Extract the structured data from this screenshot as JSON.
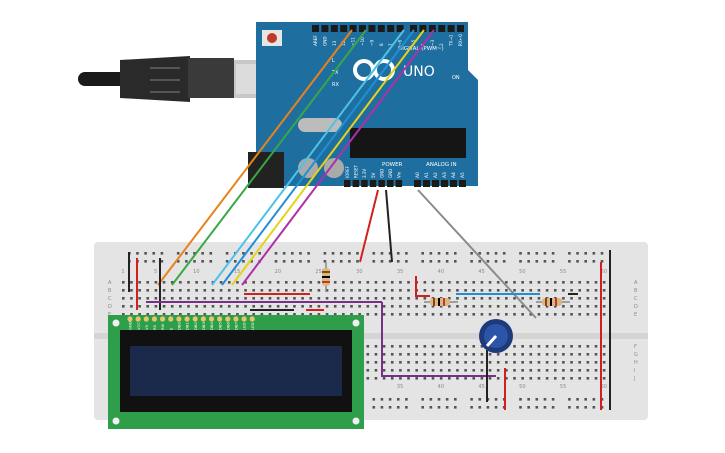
{
  "board": {
    "logo": "UNO",
    "on_label": "ON",
    "tx_label": "TX",
    "rx_label": "RX",
    "l_label": "L",
    "digital_header": "DIGITAL (PWM~)",
    "power_header": "POWER",
    "analog_header": "ANALOG IN",
    "digital_pins": [
      "AREF",
      "GND",
      "13",
      "12",
      "~11",
      "~10",
      "~9",
      "8",
      "7",
      "~6",
      "~5",
      "4",
      "~3",
      "2",
      "TX→1",
      "RX←0"
    ],
    "power_pins": [
      "IOREF",
      "RESET",
      "3.3V",
      "5V",
      "GND",
      "GND",
      "Vin"
    ],
    "analog_pins": [
      "A0",
      "A1",
      "A2",
      "A3",
      "A4",
      "A5"
    ]
  },
  "breadboard": {
    "column_numbers": [
      "1",
      "5",
      "10",
      "15",
      "20",
      "25",
      "30",
      "35",
      "40",
      "45",
      "50",
      "55",
      "60"
    ],
    "row_letters_top": [
      "A",
      "B",
      "C",
      "D",
      "E"
    ],
    "row_letters_bottom": [
      "F",
      "G",
      "H",
      "I",
      "J"
    ]
  },
  "lcd": {
    "pin_labels": [
      "GND",
      "VCC",
      "V0",
      "RS",
      "RW",
      "E",
      "DB0",
      "DB1",
      "DB2",
      "DB3",
      "DB4",
      "DB5",
      "DB6",
      "DB7",
      "LED",
      "LED"
    ]
  },
  "colors": {
    "board": "#1e6fa0",
    "breadboard": "#e4e4e4",
    "lcd_pcb": "#2f9e4a",
    "lcd_screen": "#1b2a4a",
    "wire_red": "#d41f1f",
    "wire_black": "#222222",
    "wire_purple": "#7b2d8b",
    "wire_orange": "#e8821a",
    "wire_green": "#3aa645",
    "wire_cyan": "#4cc3e6",
    "wire_blue": "#1f8fd6",
    "wire_yellow": "#e6d21a",
    "wire_magenta": "#b02fa8",
    "wire_gray": "#8a8a8a"
  }
}
